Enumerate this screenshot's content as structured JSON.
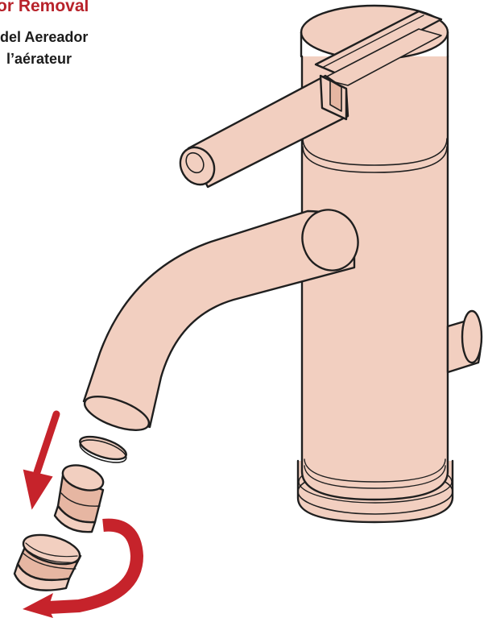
{
  "title": {
    "english": "or Removal",
    "spanish": "del Aereador",
    "french": "l’aérateur"
  },
  "colors": {
    "finish": "#f2cfc0",
    "finish_shade": "#e6b6a2",
    "outline": "#1f1f1f",
    "arrow_red": "#c6232b",
    "title_red": "#b8232b"
  },
  "parts": [
    "faucet-body",
    "handle-lever",
    "spout",
    "washer",
    "aerator-insert",
    "aerator-housing",
    "down-arrow",
    "rotate-arrow"
  ]
}
